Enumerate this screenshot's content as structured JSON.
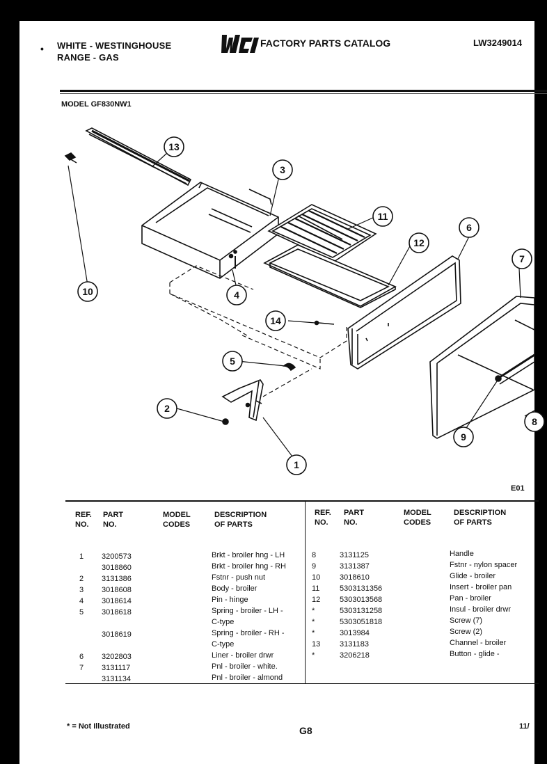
{
  "header": {
    "manufacturer": "WHITE - WESTINGHOUSE",
    "product": "RANGE - GAS",
    "catalog_title": "FACTORY PARTS CATALOG",
    "catalog_code": "LW3249014",
    "model": "MODEL GF830NW1",
    "logo_text": "WCI"
  },
  "diagram": {
    "callouts": [
      "13",
      "10",
      "3",
      "11",
      "12",
      "6",
      "7",
      "4",
      "14",
      "5",
      "2",
      "1",
      "9",
      "8"
    ],
    "figure_code": "E01"
  },
  "table": {
    "headers": {
      "ref": [
        "REF.",
        "NO."
      ],
      "part": [
        "PART",
        "NO."
      ],
      "model": [
        "MODEL",
        "CODES"
      ],
      "desc": [
        "DESCRIPTION",
        "OF PARTS"
      ]
    },
    "left": {
      "ref": [
        "1",
        "",
        "2",
        "3",
        "4",
        "5",
        "",
        "",
        "",
        "6",
        "7",
        "",
        ""
      ],
      "part": [
        "3200573",
        "3018860",
        "3131386",
        "3018608",
        "3018614",
        "3018618",
        "",
        "3018619",
        "",
        "3202803",
        "3131117",
        "3131134",
        ""
      ],
      "desc": [
        "Brkt - broiler hng - LH",
        "Brkt - broiler hng - RH",
        "Fstnr - push nut",
        "Body - broiler",
        "Pin - hinge",
        "Spring - broiler - LH -",
        "C-type",
        "Spring - broiler - RH -",
        "C-type",
        "Liner - broiler drwr",
        "Pnl - broiler - white.",
        "Pnl - broiler - almond",
        ""
      ]
    },
    "right": {
      "ref": [
        "8",
        "9",
        "10",
        "11",
        "12",
        "*",
        "*",
        "*",
        "13",
        "*"
      ],
      "part": [
        "3131125",
        "3131387",
        "3018610",
        "5303131356",
        "5303013568",
        "5303131258",
        "5303051818",
        "3013984",
        "3131183",
        "3206218"
      ],
      "desc": [
        "Handle",
        "Fstnr - nylon spacer",
        "Glide - broiler",
        "Insert - broiler pan",
        "Pan - broiler",
        "Insul - broiler drwr",
        "Screw (7)",
        "Screw (2)",
        "Channel - broiler",
        "Button - glide -"
      ]
    }
  },
  "footer": {
    "note": "* = Not Illustrated",
    "page": "G8",
    "date": "11/"
  }
}
